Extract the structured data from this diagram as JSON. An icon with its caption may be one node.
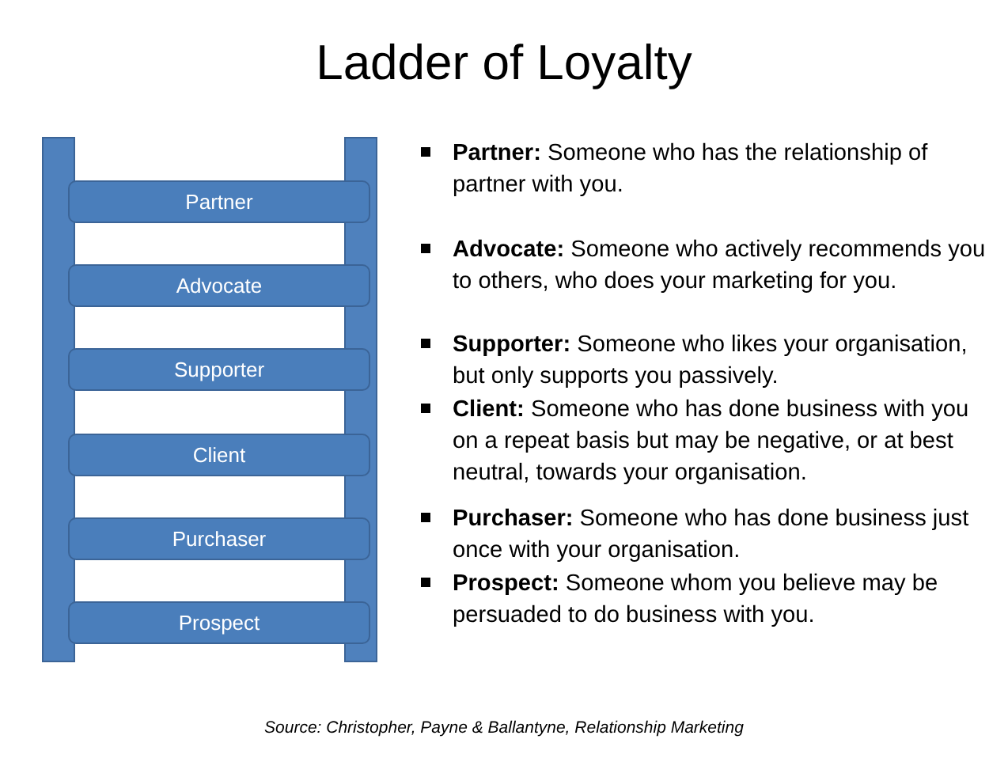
{
  "diagram": {
    "title": "Ladder of Loyalty",
    "caption": "Source: Christopher, Payne & Ballantyne, Relationship Marketing",
    "nodes": [
      {
        "text": [
          "Partner"
        ]
      },
      {
        "text": [
          "Advocate"
        ]
      },
      {
        "text": [
          "Supporter"
        ]
      },
      {
        "text": [
          "Client"
        ]
      },
      {
        "text": [
          "Purchaser"
        ]
      },
      {
        "text": [
          "Prospect"
        ]
      }
    ],
    "edges": [],
    "labels": [
      "**Partner:** Someone who has the relationship of partner with you.",
      "**Advocate:** Someone who actively recommends you to others, who does your marketing for you.",
      "**Supporter:** Someone who likes your organisation, but only supports you passively.",
      "**Client:** Someone who has done business with you on a repeat basis but may be negative, or at best neutral, towards your organisation.",
      "**Purchaser:** Someone who has done business just once with your organisation.",
      "**Prospect:** Someone whom you believe may be persuaded to do business with you."
    ]
  }
}
